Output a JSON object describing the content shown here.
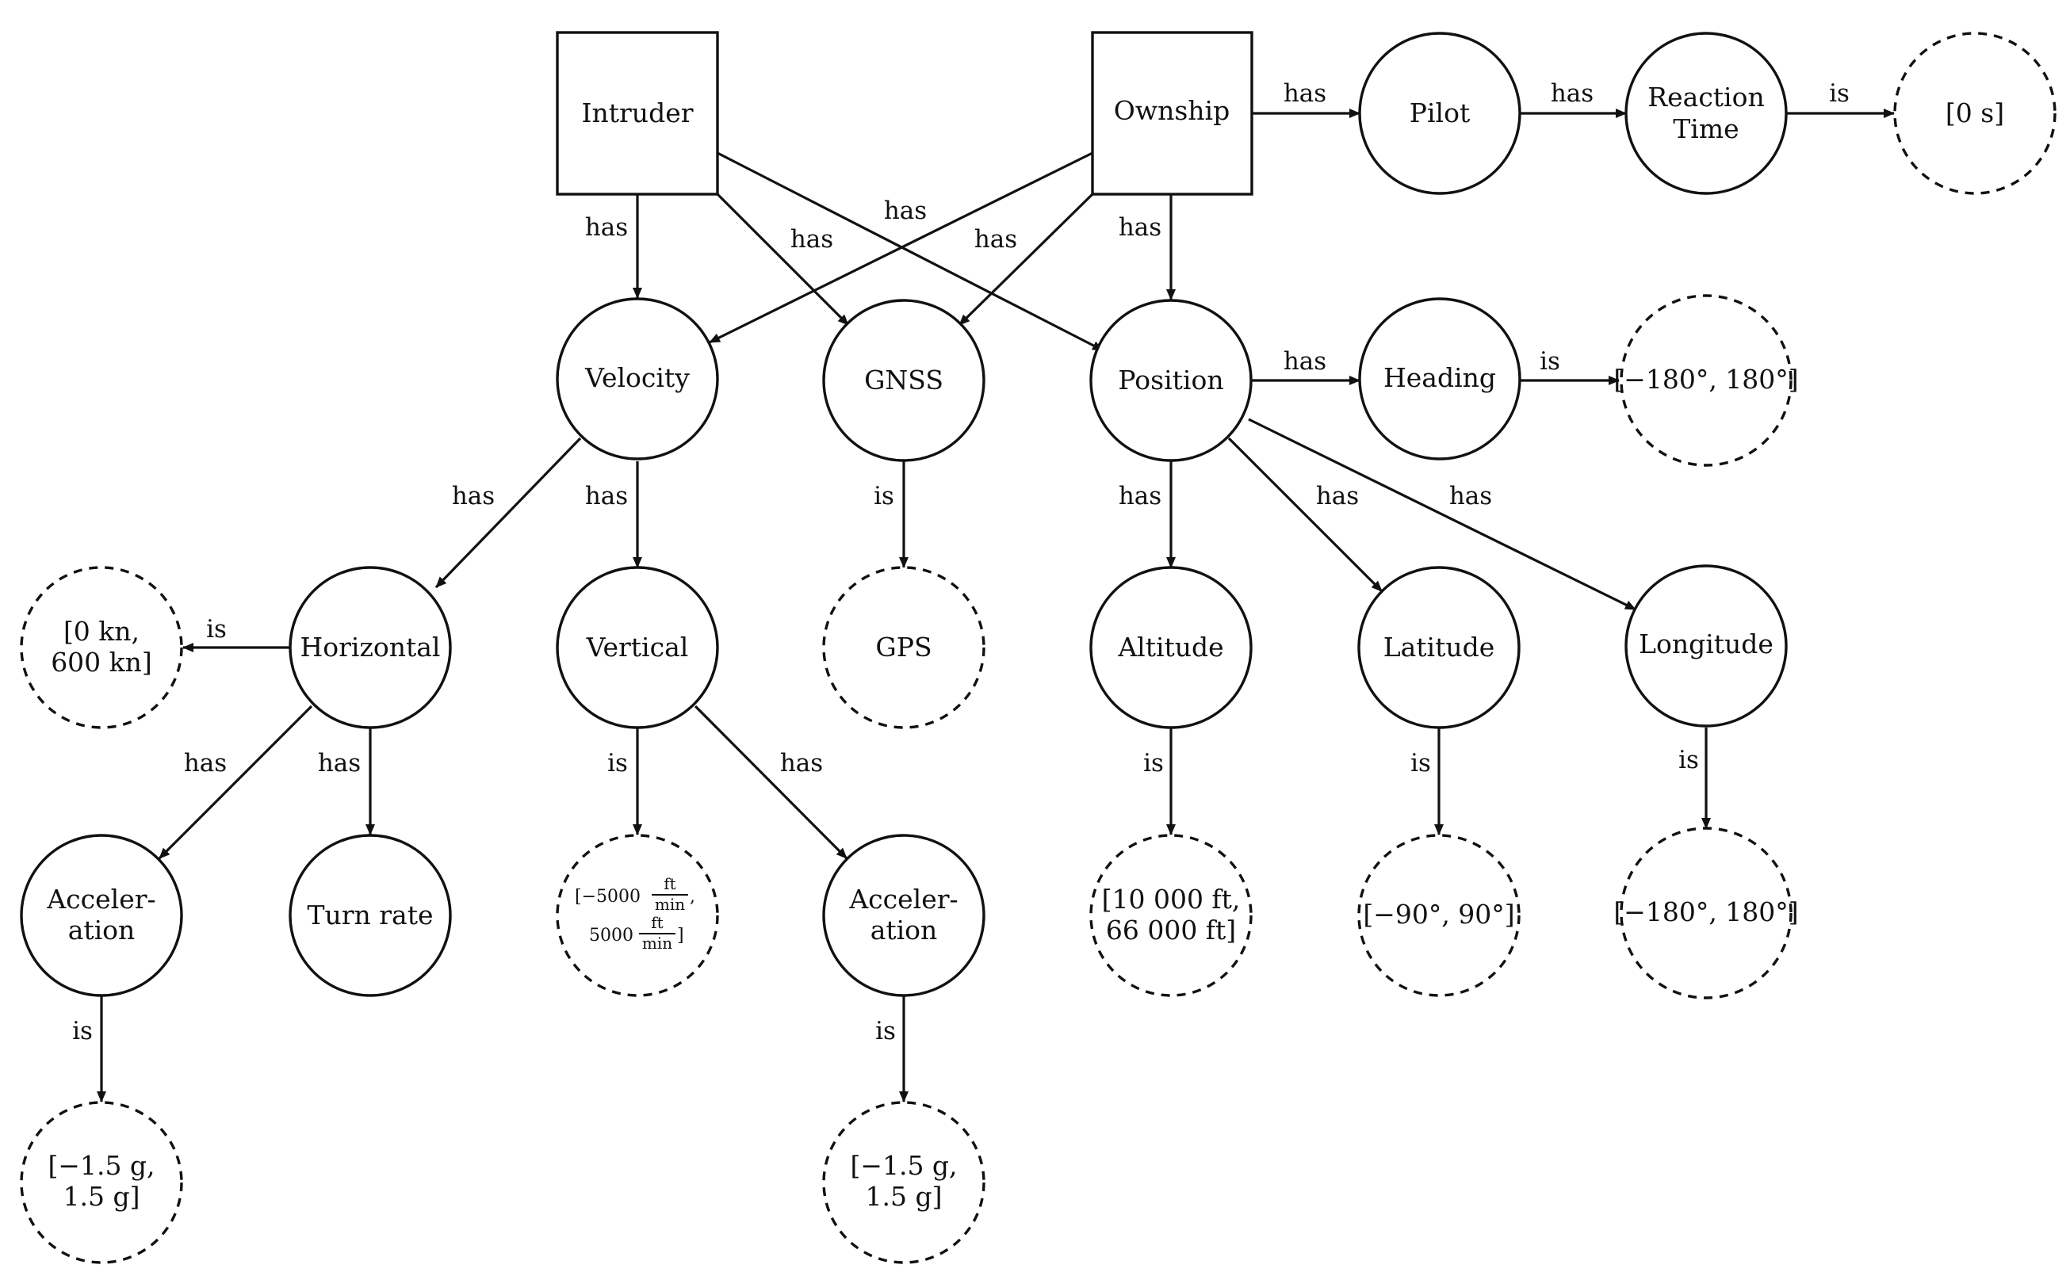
{
  "edge_labels": {
    "has": "has",
    "is": "is"
  },
  "nodes": {
    "intruder": "Intruder",
    "ownship": "Ownship",
    "pilot": "Pilot",
    "reaction_time": [
      "Reaction",
      "Time"
    ],
    "reaction_value": "[0 s]",
    "velocity": "Velocity",
    "gnss": "GNSS",
    "position": "Position",
    "heading": "Heading",
    "heading_value": "[−180°, 180°]",
    "horizontal": "Horizontal",
    "horizontal_value": [
      "[0 kn,",
      "600 kn]"
    ],
    "vertical": "Vertical",
    "gps": "GPS",
    "altitude": "Altitude",
    "latitude": "Latitude",
    "longitude": "Longitude",
    "h_acceleration": [
      "Acceler-",
      "ation"
    ],
    "turn_rate": "Turn rate",
    "vertical_value": {
      "line1_prefix": "[−5000",
      "line1_suffix": ",",
      "line2_prefix": "5000",
      "line2_suffix": "]",
      "frac_num": "ft",
      "frac_den": "min"
    },
    "v_acceleration": [
      "Acceler-",
      "ation"
    ],
    "altitude_value": [
      "[10 000 ft,",
      "66 000 ft]"
    ],
    "latitude_value": "[−90°, 90°]",
    "longitude_value": "[−180°, 180°]",
    "h_acceleration_value": [
      "[−1.5 g,",
      "1.5 g]"
    ],
    "v_acceleration_value": [
      "[−1.5 g,",
      "1.5 g]"
    ]
  }
}
